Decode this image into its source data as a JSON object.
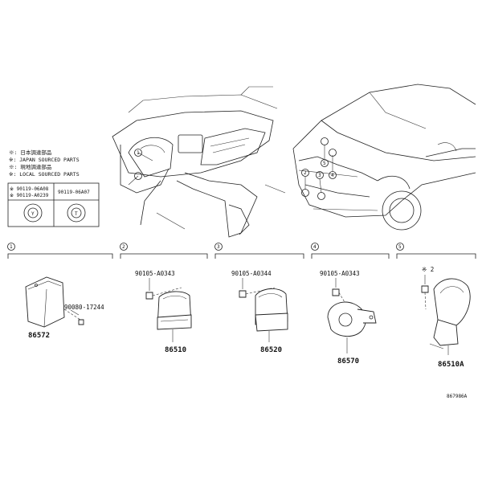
{
  "legend": {
    "line1": "※: 日本調達部品",
    "line2": "※: JAPAN SOURCED PARTS",
    "line3": "※: 現地調達部品",
    "line4": "※: LOCAL SOURCED PARTS",
    "box_row1_left": "※ 90119-06A08",
    "box_row1_left2": "※ 90119-A0239",
    "box_row1_right": "90119-06A07",
    "badge_left": "Y",
    "badge_right": "T"
  },
  "callouts": [
    "1",
    "2",
    "3",
    "4",
    "5"
  ],
  "groups": [
    {
      "num": "1",
      "main_part": "86572",
      "fastener": "90080-17244"
    },
    {
      "num": "2",
      "main_part": "86510",
      "fastener": "90105-A0343"
    },
    {
      "num": "3",
      "main_part": "86520",
      "fastener": "90105-A0344"
    },
    {
      "num": "4",
      "main_part": "86570",
      "fastener": "90105-A0343"
    },
    {
      "num": "5",
      "main_part": "86510A",
      "fastener": "※ 2"
    }
  ],
  "figure_id": "867986A"
}
